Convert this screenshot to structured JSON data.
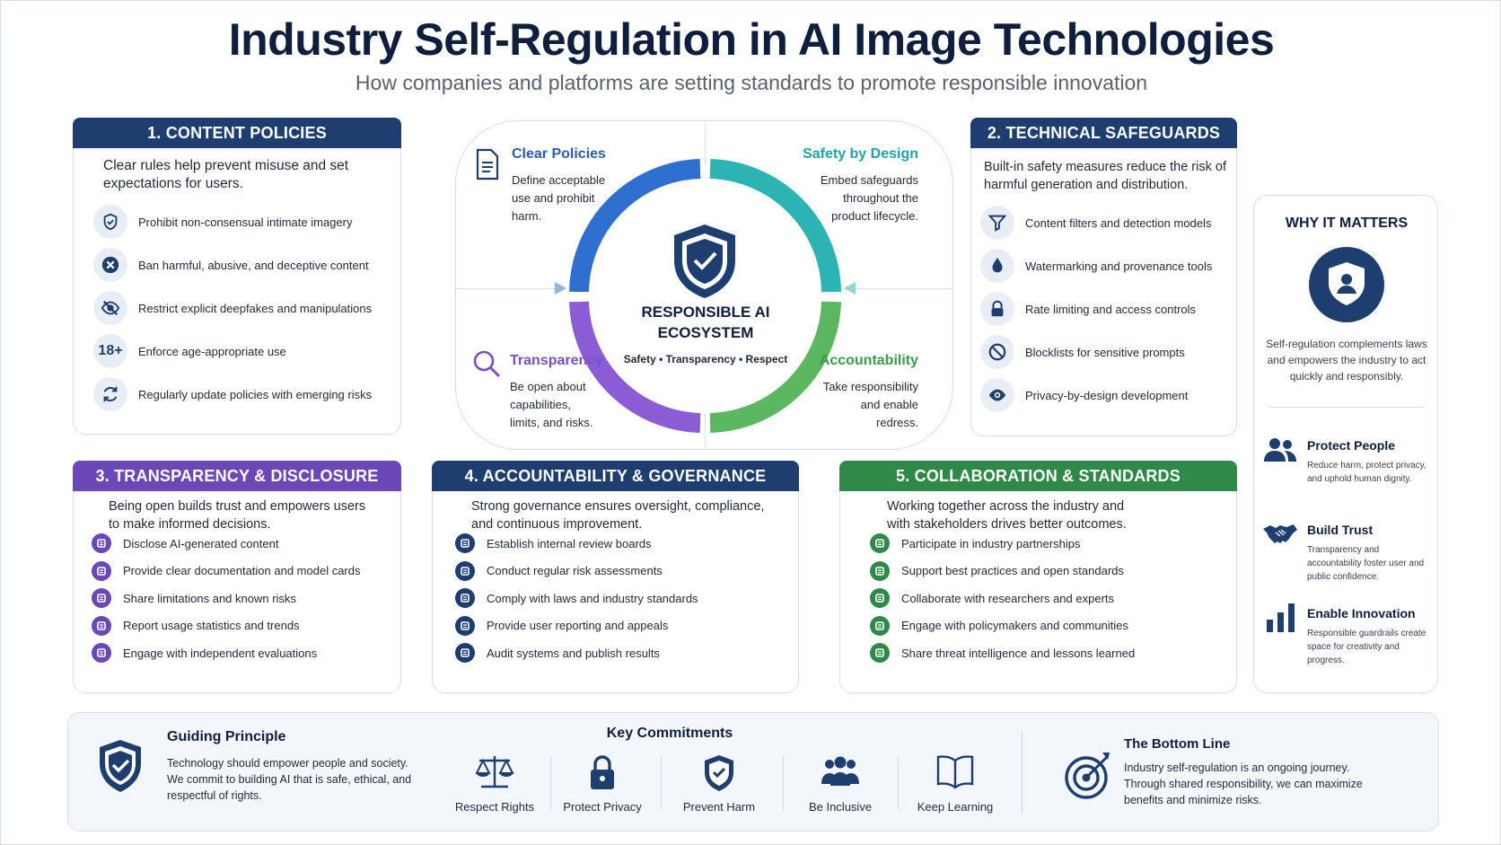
{
  "header": {
    "title": "Industry Self-Regulation in AI Image Technologies",
    "subtitle": "How companies and platforms are setting standards to promote responsible innovation"
  },
  "colors": {
    "navy": "#1d3e6e",
    "purple": "#6b48b5",
    "green": "#2f8a4a",
    "blue_arc": "#2f6fd0",
    "teal_arc": "#2cb3b4",
    "purple_arc": "#8b5cd6",
    "green_arc": "#5cb860"
  },
  "content_policies": {
    "title": "1. CONTENT POLICIES",
    "intro": "Clear rules help prevent misuse and set expectations for users.",
    "items": [
      {
        "icon": "shield-icon",
        "label": "Prohibit non-consensual intimate imagery"
      },
      {
        "icon": "ban-x-icon",
        "label": "Ban harmful, abusive, and deceptive content"
      },
      {
        "icon": "eye-slash-icon",
        "label": "Restrict explicit deepfakes and manipulations"
      },
      {
        "icon": "age-18-icon",
        "label": "Enforce age-appropriate use",
        "badge": "18+"
      },
      {
        "icon": "refresh-icon",
        "label": "Regularly update policies with emerging risks"
      }
    ]
  },
  "technical_safeguards": {
    "title": "2. TECHNICAL SAFEGUARDS",
    "intro": "Built-in safety measures reduce the risk of harmful generation and distribution.",
    "items": [
      {
        "icon": "filter-icon",
        "label": "Content filters and detection models"
      },
      {
        "icon": "droplet-icon",
        "label": "Watermarking and provenance tools"
      },
      {
        "icon": "lock-icon",
        "label": "Rate limiting and access controls"
      },
      {
        "icon": "block-icon",
        "label": "Blocklists for sensitive prompts"
      },
      {
        "icon": "eye-icon",
        "label": "Privacy-by-design development"
      }
    ]
  },
  "ecosystem": {
    "center_title_1": "RESPONSIBLE AI",
    "center_title_2": "ECOSYSTEM",
    "center_sub": "Safety • Transparency • Respect",
    "quadrants": {
      "clear_policies": {
        "title": "Clear Policies",
        "text": [
          "Define acceptable",
          "use and prohibit",
          "harm."
        ]
      },
      "safety_by_design": {
        "title": "Safety by Design",
        "text": [
          "Embed safeguards",
          "throughout the",
          "product lifecycle."
        ]
      },
      "transparency": {
        "title": "Transparency",
        "text": [
          "Be open about",
          "capabilities,",
          "limits, and risks."
        ]
      },
      "accountability": {
        "title": "Accountability",
        "text": [
          "Take responsibility",
          "and enable",
          "redress."
        ]
      }
    }
  },
  "transparency": {
    "title": "3. TRANSPARENCY & DISCLOSURE",
    "intro": "Being open builds trust and empowers users to make informed decisions.",
    "items": [
      "Disclose AI-generated content",
      "Provide clear documentation and model cards",
      "Share limitations and known risks",
      "Report usage statistics and trends",
      "Engage with independent evaluations"
    ]
  },
  "accountability": {
    "title": "4. ACCOUNTABILITY & GOVERNANCE",
    "intro": "Strong governance ensures oversight, compliance, and continuous improvement.",
    "items": [
      "Establish internal review boards",
      "Conduct regular risk assessments",
      "Comply with laws and industry standards",
      "Provide user reporting and appeals",
      "Audit systems and publish results"
    ]
  },
  "collaboration": {
    "title": "5. COLLABORATION & STANDARDS",
    "intro": "Working together across the industry and with stakeholders drives better outcomes.",
    "items": [
      "Participate in industry partnerships",
      "Support best practices and open standards",
      "Collaborate with researchers and experts",
      "Engage with policymakers and communities",
      "Share threat intelligence and lessons learned"
    ]
  },
  "why": {
    "title": "WHY IT MATTERS",
    "text": "Self-regulation complements laws and empowers the industry to act quickly and responsibly.",
    "items": [
      {
        "icon": "people-icon",
        "title": "Protect People",
        "text": "Reduce harm, protect privacy, and uphold human dignity."
      },
      {
        "icon": "handshake-icon",
        "title": "Build Trust",
        "text": "Transparency and accountability foster user and public confidence."
      },
      {
        "icon": "bar-chart-icon",
        "title": "Enable Innovation",
        "text": "Responsible guardrails create space for creativity and progress."
      }
    ]
  },
  "footer": {
    "guiding_title": "Guiding Principle",
    "guiding_text": "Technology should empower people and society. We commit to building AI that is safe, ethical, and respectful of rights.",
    "commitments_title": "Key Commitments",
    "commitments": [
      {
        "icon": "scales-icon",
        "label": "Respect Rights"
      },
      {
        "icon": "padlock-icon",
        "label": "Protect Privacy"
      },
      {
        "icon": "shield-check-icon",
        "label": "Prevent Harm"
      },
      {
        "icon": "group-icon",
        "label": "Be Inclusive"
      },
      {
        "icon": "book-icon",
        "label": "Keep Learning"
      }
    ],
    "bottom_title": "The Bottom Line",
    "bottom_text": "Industry self-regulation is an ongoing journey. Through shared responsibility, we can maximize benefits and minimize risks."
  }
}
